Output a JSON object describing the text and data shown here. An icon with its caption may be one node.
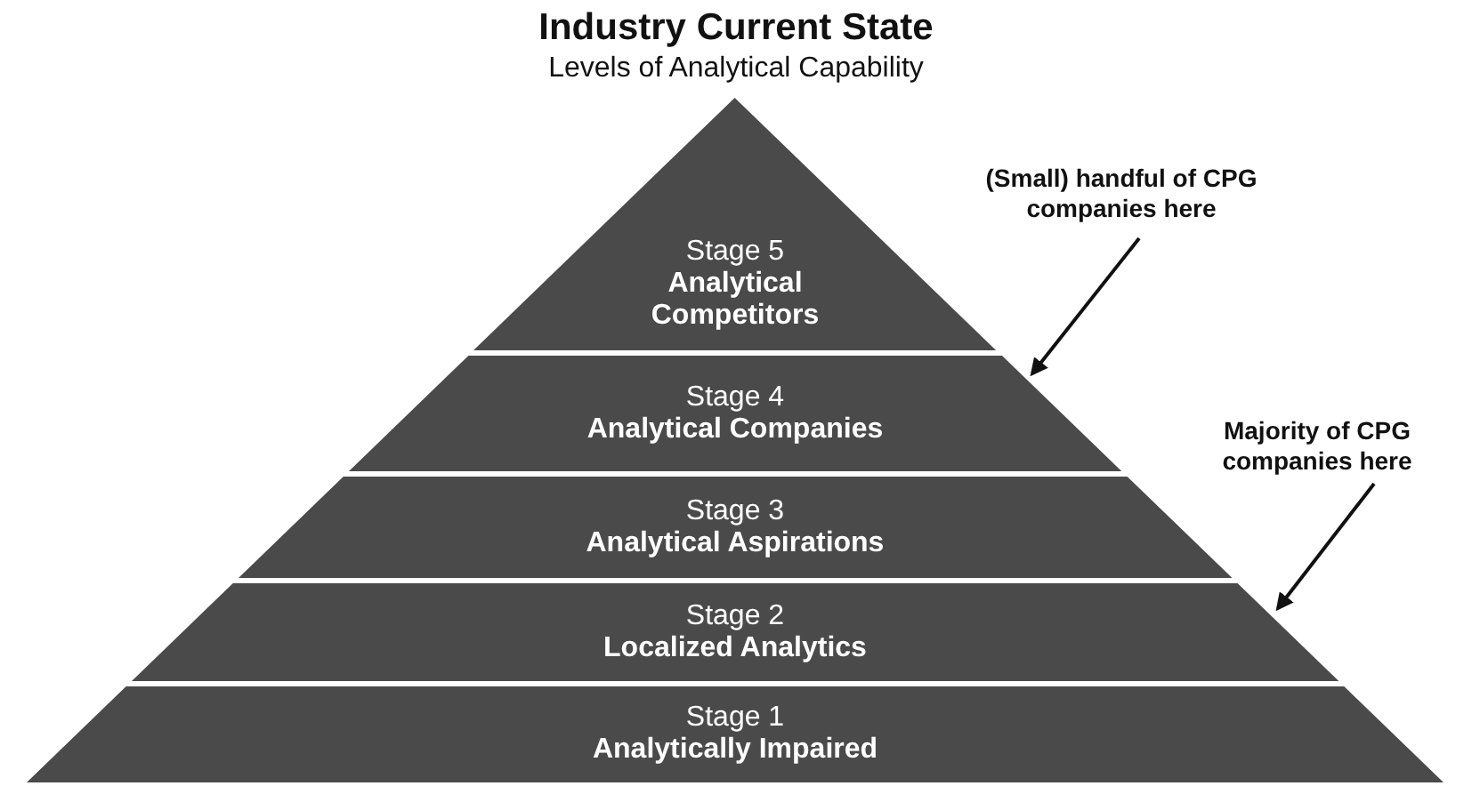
{
  "diagram": {
    "title": "Industry Current State",
    "labels": [
      "Levels of Analytical Capability"
    ],
    "nodes": [
      {
        "text": [
          "Stage 5",
          "Analytical Competitors"
        ]
      },
      {
        "text": [
          "Stage 4",
          "Analytical Companies"
        ]
      },
      {
        "text": [
          "Stage 3",
          "Analytical Aspirations"
        ]
      },
      {
        "text": [
          "Stage 2",
          "Localized Analytics"
        ]
      },
      {
        "text": [
          "Stage 1",
          "Analytically Impaired"
        ]
      },
      {
        "text": [
          "(Small) handful of CPG companies here"
        ]
      },
      {
        "text": [
          "Majority of CPG companies here"
        ]
      }
    ],
    "edges": [
      {
        "from": 5,
        "to": 1,
        "arrow": "to"
      },
      {
        "from": 6,
        "to": 3,
        "arrow": "to"
      }
    ]
  }
}
